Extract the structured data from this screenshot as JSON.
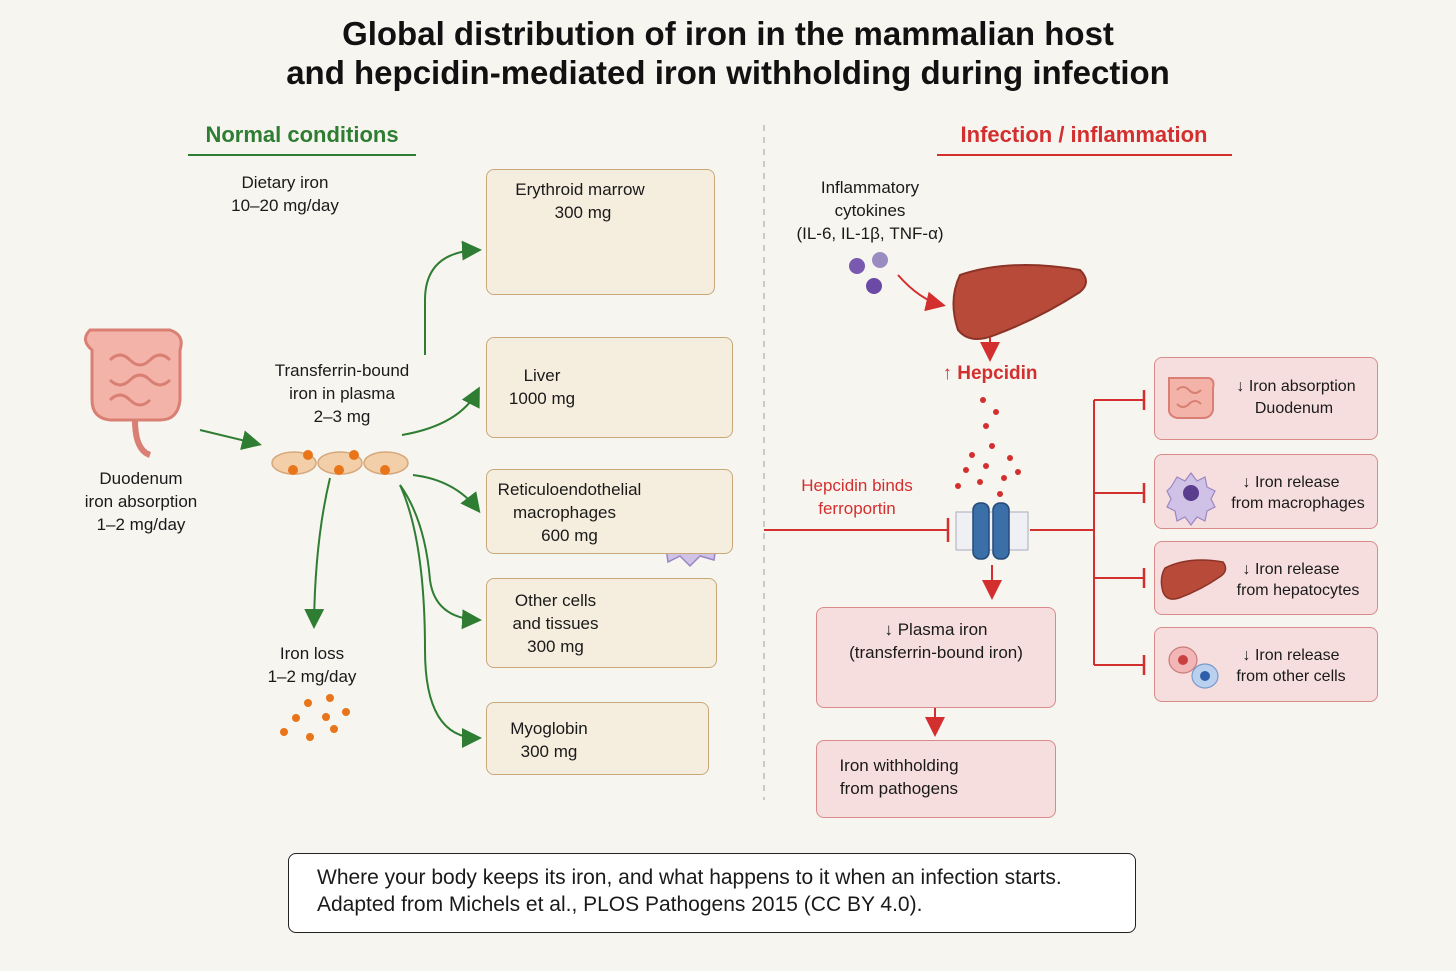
{
  "title": {
    "line1": "Global distribution of iron in the mammalian host",
    "line2": "and hepcidin-mediated iron withholding during infection"
  },
  "normal": {
    "heading": "Normal conditions",
    "dietary": [
      "Dietary iron",
      "10–20 mg/day"
    ],
    "duodenum": [
      "Duodenum",
      "iron absorption",
      "1–2 mg/day"
    ],
    "transferrin": [
      "Transferrin-bound",
      "iron in plasma",
      "2–3 mg"
    ],
    "iron_loss": [
      "Iron loss",
      "1–2 mg/day"
    ],
    "compartments": [
      {
        "name": "Erythroid marrow",
        "amount": "300 mg"
      },
      {
        "name": "Liver",
        "amount": "1000 mg"
      },
      {
        "name": "Reticuloendothelial",
        "name2": "macrophages",
        "amount": "600 mg"
      },
      {
        "name": "Other cells",
        "name2": "and tissues",
        "amount": "300 mg"
      },
      {
        "name": "Myoglobin",
        "amount": "300 mg"
      }
    ]
  },
  "infection": {
    "heading": "Infection / inflammation",
    "cytokines": [
      "Inflammatory",
      "cytokines",
      "(IL-6, IL-1β, TNF-α)"
    ],
    "hepcidin": "↑ Hepcidin",
    "binds": [
      "Hepcidin binds",
      "ferroportin"
    ],
    "plasma": [
      "↓ Plasma iron",
      "(transferrin-bound iron)"
    ],
    "withholding": [
      "Iron withholding",
      "from pathogens"
    ],
    "effects": [
      [
        "↓ Iron absorption",
        "Duodenum"
      ],
      [
        "↓ Iron release",
        "from macrophages"
      ],
      [
        "↓ Iron release",
        "from hepatocytes"
      ],
      [
        "↓ Iron release",
        "from other cells"
      ]
    ]
  },
  "caption": [
    "Where your body keeps its iron, and what happens to it when an infection starts.",
    "Adapted from Michels et al., PLOS Pathogens 2015 (CC BY 4.0)."
  ],
  "colors": {
    "green": "#2e7d32",
    "red": "#d32f2f",
    "box_fill": "#f5eddd",
    "red_box_fill": "#f7dede"
  },
  "icons": [
    "intestine-icon",
    "transferrin-icon",
    "iron-particles-icon",
    "red-blood-cells-icon",
    "bone-icon",
    "liver-icon",
    "macrophage-icon",
    "cells-icon",
    "muscle-icon",
    "cytokine-icon",
    "hepcidin-dots-icon",
    "ferroportin-icon",
    "bacteria-icon"
  ]
}
